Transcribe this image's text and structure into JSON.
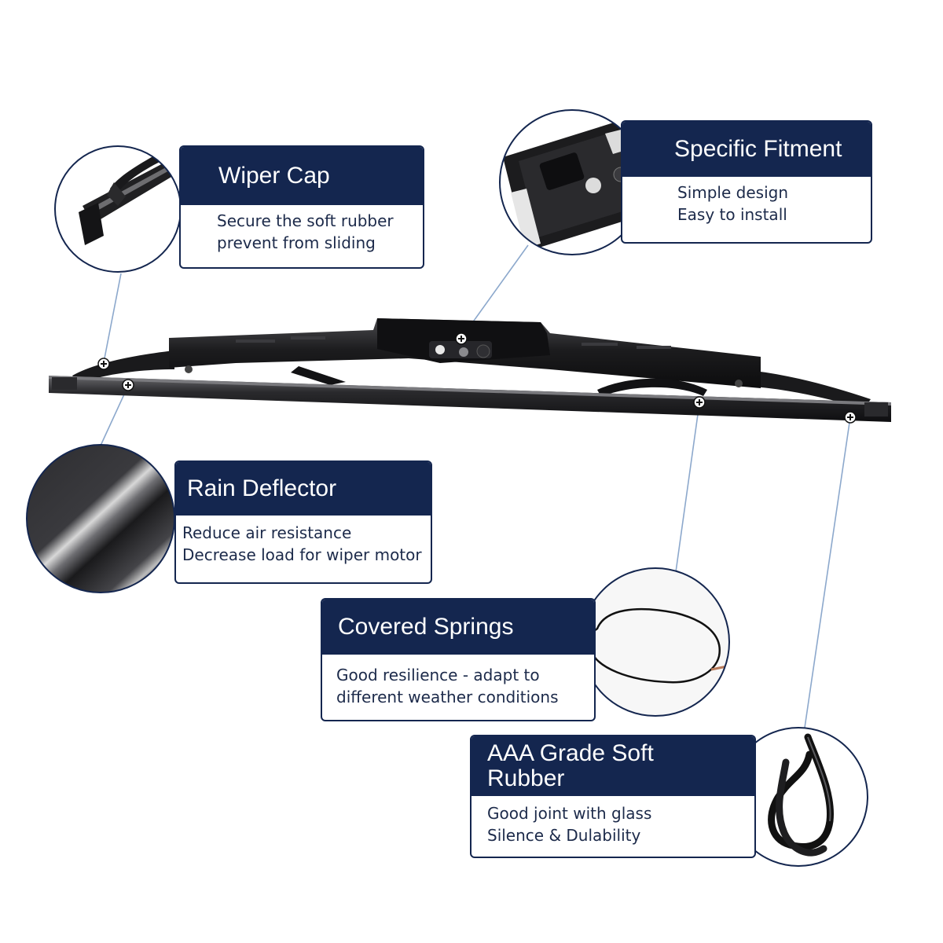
{
  "colors": {
    "navy": "#14264f",
    "blade": "#1c1c1e",
    "leader": "#8ca8cc"
  },
  "features": {
    "wiper_cap": {
      "title": "Wiper Cap",
      "lines": [
        "Secure the soft rubber",
        "prevent from sliding"
      ]
    },
    "specific_fitment": {
      "title": "Specific Fitment",
      "lines": [
        "Simple design",
        "Easy to install"
      ]
    },
    "rain_deflector": {
      "title": "Rain Deflector",
      "lines": [
        "Reduce air resistance",
        "Decrease load for wiper motor"
      ]
    },
    "covered_springs": {
      "title": "Covered Springs",
      "lines": [
        "Good resilience - adapt to",
        "different weather conditions"
      ]
    },
    "soft_rubber": {
      "title_lines": [
        "AAA Grade Soft",
        "Rubber"
      ],
      "lines": [
        "Good joint with glass",
        "Silence & Dulability"
      ]
    }
  },
  "icons": [
    "wiper-blade-image",
    "wiper-cap-closeup",
    "fitment-adapter-closeup",
    "rain-deflector-closeup",
    "spring-closeup",
    "rubber-strip-closeup"
  ]
}
